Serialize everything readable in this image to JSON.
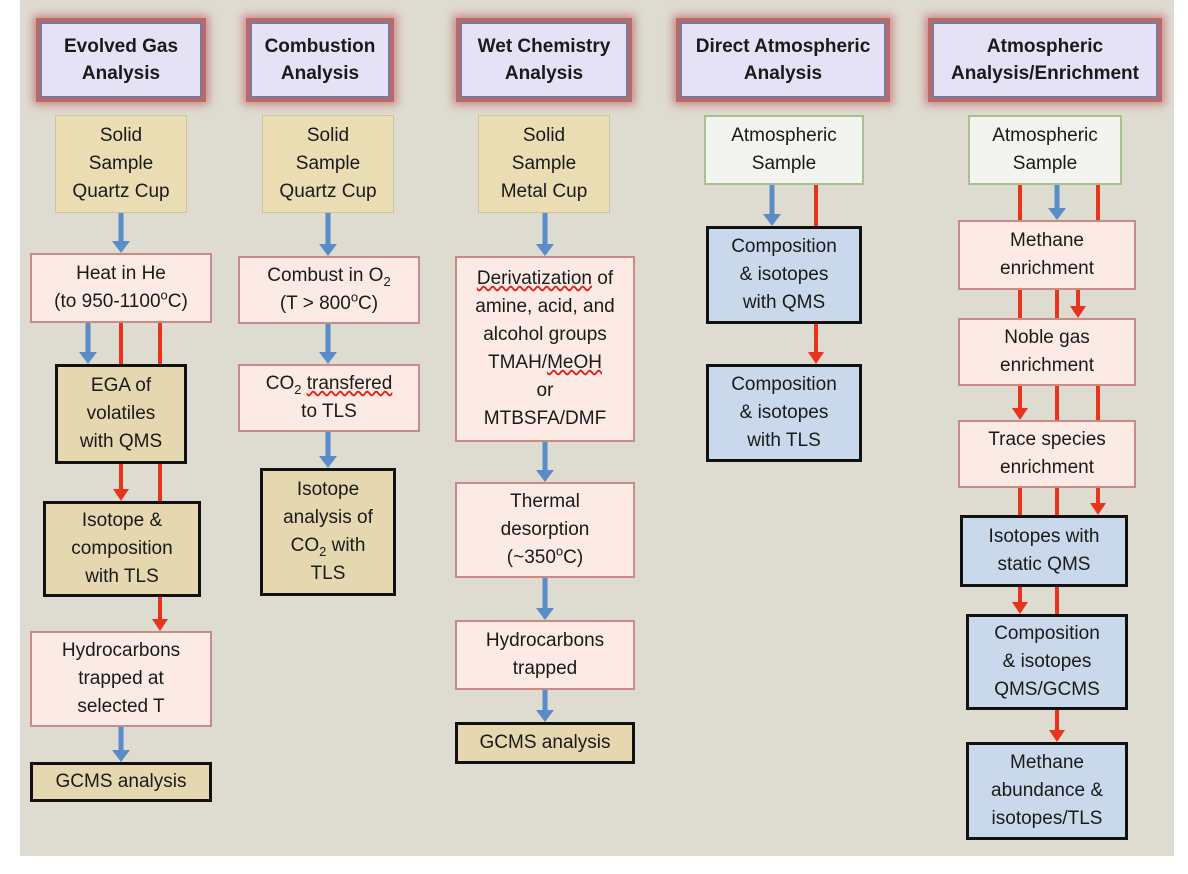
{
  "colors": {
    "red_arrow": "#e8341c",
    "blue_arrow": "#5a8dc8",
    "background": "#dedbd0"
  },
  "columns": [
    {
      "header": [
        "Evolved Gas",
        "Analysis"
      ],
      "boxes": [
        {
          "lines": [
            "Solid",
            "Sample",
            "Quartz Cup"
          ]
        },
        {
          "lines": [
            "Heat in He",
            "(to 950-1100°C)"
          ]
        },
        {
          "lines": [
            "EGA of",
            "volatiles",
            "with QMS"
          ]
        },
        {
          "lines": [
            "Isotope &",
            "composition",
            "with TLS"
          ]
        },
        {
          "lines": [
            "Hydrocarbons",
            "trapped at",
            "selected T"
          ]
        },
        {
          "lines": [
            "GCMS analysis"
          ]
        }
      ]
    },
    {
      "header": [
        "Combustion",
        "Analysis"
      ],
      "boxes": [
        {
          "lines": [
            "Solid",
            "Sample",
            "Quartz Cup"
          ]
        },
        {
          "lines": [
            "Combust in O2",
            "(T > 800°C)"
          ]
        },
        {
          "lines": [
            "CO2 transfered",
            "to TLS"
          ]
        },
        {
          "lines": [
            "Isotope",
            "analysis of",
            "CO2 with",
            "TLS"
          ]
        }
      ]
    },
    {
      "header": [
        "Wet Chemistry",
        "Analysis"
      ],
      "boxes": [
        {
          "lines": [
            "Solid",
            "Sample",
            "Metal Cup"
          ]
        },
        {
          "lines": [
            "Derivatization of",
            "amine, acid, and",
            "alcohol groups",
            "TMAH/MeOH",
            "or",
            "MTBSFA/DMF"
          ]
        },
        {
          "lines": [
            "Thermal",
            "desorption",
            "(~350°C)"
          ]
        },
        {
          "lines": [
            "Hydrocarbons",
            "trapped"
          ]
        },
        {
          "lines": [
            "GCMS analysis"
          ]
        }
      ]
    },
    {
      "header": [
        "Direct Atmospheric",
        "Analysis"
      ],
      "boxes": [
        {
          "lines": [
            "Atmospheric",
            "Sample"
          ]
        },
        {
          "lines": [
            "Composition",
            "& isotopes",
            "with QMS"
          ]
        },
        {
          "lines": [
            "Composition",
            "& isotopes",
            "with TLS"
          ]
        }
      ]
    },
    {
      "header": [
        "Atmospheric",
        "Analysis/Enrichment"
      ],
      "boxes": [
        {
          "lines": [
            "Atmospheric",
            "Sample"
          ]
        },
        {
          "lines": [
            "Methane",
            "enrichment"
          ]
        },
        {
          "lines": [
            "Noble gas",
            "enrichment"
          ]
        },
        {
          "lines": [
            "Trace species",
            "enrichment"
          ]
        },
        {
          "lines": [
            "Isotopes with",
            "static QMS"
          ]
        },
        {
          "lines": [
            "Composition",
            "& isotopes",
            "QMS/GCMS"
          ]
        },
        {
          "lines": [
            "Methane",
            "abundance &",
            "isotopes/TLS"
          ]
        }
      ]
    }
  ]
}
